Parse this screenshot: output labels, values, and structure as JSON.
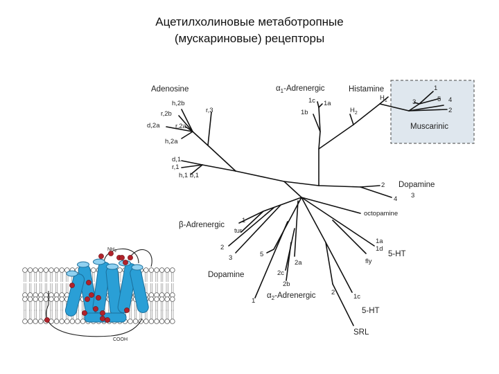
{
  "title_lines": [
    "Ацетилхолиновые метаботропные",
    "(мускариновые) рецепторы"
  ],
  "groups": {
    "adenosine": "Adenosine",
    "alpha1_prefix": "α",
    "alpha1_sub": "1",
    "alpha1_suffix": "-Adrenergic",
    "histamine": "Histamine",
    "muscarinic": "Muscarinic",
    "dopamine_right": "Dopamine",
    "octopamine": "octopamine",
    "beta_adrenergic": "β-Adrenergic",
    "dopamine_left": "Dopamine",
    "alpha2_prefix": "α",
    "alpha2_sub": "2",
    "alpha2_suffix": "-Adrenergic",
    "ht5_upper": "5-HT",
    "ht5_lower": "5-HT",
    "srl": "SRL",
    "fly": "fly",
    "tur": "tur"
  },
  "leaf_labels": {
    "h2b": "h,2b",
    "r2b": "r,2b",
    "d2a": "d,2a",
    "r2a": "r,2a",
    "h2a": "h,2a",
    "r3": "r,3",
    "d1": "d,1",
    "r1": "r,1",
    "h1b1": "h,1 b,1",
    "a1_1c": "1c",
    "a1_1a": "1a",
    "a1_1b": "1b",
    "h_H1": "H",
    "h_H1_sub": "1",
    "h_H2": "H",
    "h_H2_sub": "2",
    "m1": "1",
    "m3": "3",
    "m5": "5",
    "m4": "4",
    "m2": "2",
    "dop2": "2",
    "dop4": "4",
    "dop3": "3",
    "ht1a": "1a",
    "ht1d": "1d",
    "beta1": "1",
    "beta2": "2",
    "beta3": "3",
    "dop5": "5",
    "a2_2a": "2a",
    "a2_2c": "2c",
    "a2_2b": "2b",
    "ht2": "2",
    "ht1c": "1c",
    "a2_1": "1"
  },
  "membrane_labels": {
    "nh2": "NH",
    "nh2_sub": "2",
    "cooh": "COOH"
  },
  "colors": {
    "helix": "#2a9fd6",
    "helix_dark": "#1a6f9c",
    "residue": "#b0222a",
    "highlight_bg": "#dfe7ee"
  }
}
